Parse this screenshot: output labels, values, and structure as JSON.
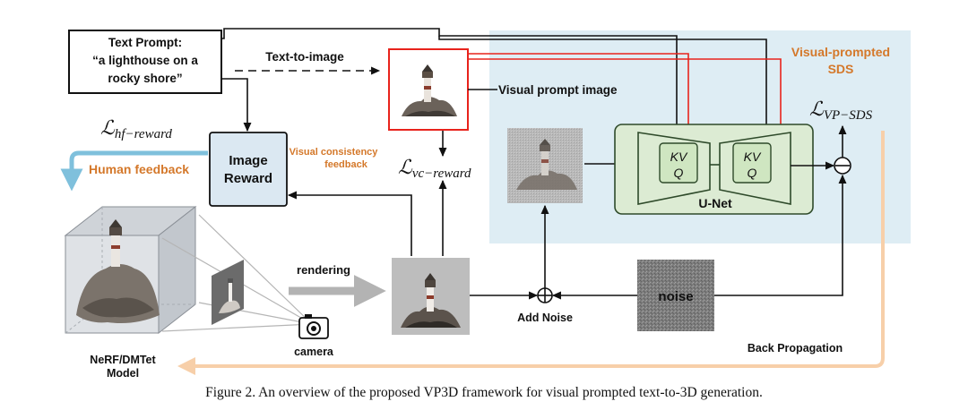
{
  "figure": {
    "caption": "Figure 2. An overview of the proposed VP3D framework for visual prompted text-to-3D generation."
  },
  "text_prompt": {
    "heading": "Text Prompt:",
    "line1": "“a lighthouse on a",
    "line2": "rocky shore”"
  },
  "labels": {
    "text_to_image": "Text-to-image",
    "visual_prompt_image": "Visual prompt image",
    "visual_prompted_sds_line1": "Visual-prompted",
    "visual_prompted_sds_line2": "SDS",
    "loss_hf_main": "ℒ",
    "loss_hf_sub": "hf−reward",
    "loss_vc_main": "ℒ",
    "loss_vc_sub": "vc−reward",
    "loss_vp_main": "ℒ",
    "loss_vp_sub": "VP−SDS",
    "human_feedback": "Human feedback",
    "visual_consistency_line1": "Visual consistency",
    "visual_consistency_line2": "feedback",
    "image_reward_line1": "Image",
    "image_reward_line2": "Reward",
    "kv_left_1": "KV",
    "kv_left_2": "Q",
    "kv_right_1": "KV",
    "kv_right_2": "Q",
    "unet": "U-Net",
    "rendering": "rendering",
    "add_noise": "Add Noise",
    "noise": "noise",
    "back_propagation": "Back Propagation",
    "camera": "camera",
    "nerf_line1": "NeRF/DMTet",
    "nerf_line2": "Model"
  },
  "colors": {
    "sds_panel": "#deedf4",
    "orange_accent": "#d4782a",
    "red_arrow": "#e8231c",
    "blue_arrow": "#7fc0dc",
    "unet_fill": "#dcebd3",
    "unet_stroke": "#2e4a2a",
    "image_reward_fill": "#dbe8f2",
    "backprop_line": "#f7cfa9"
  }
}
